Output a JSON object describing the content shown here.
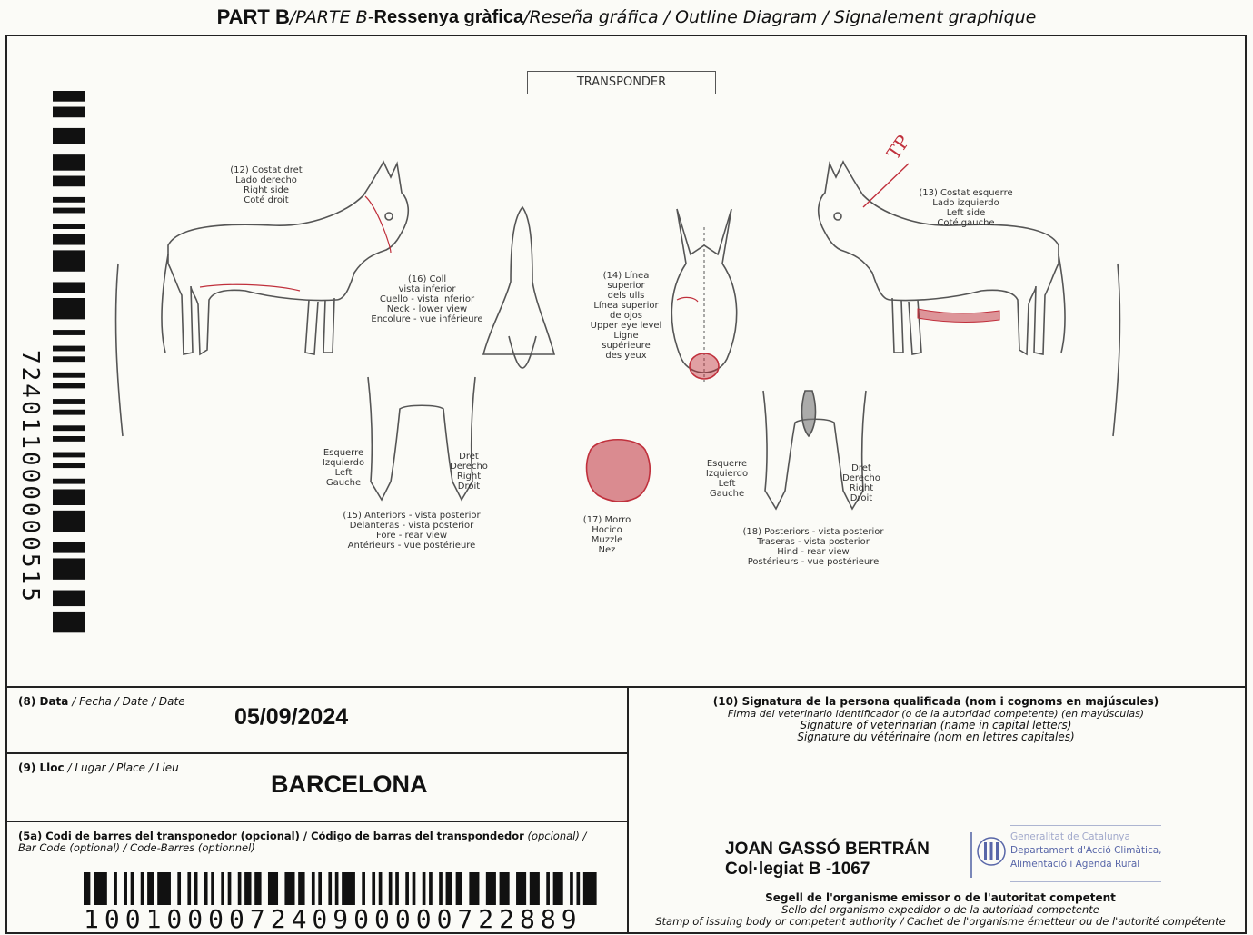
{
  "header": {
    "part_ca": "PART B",
    "sep1": " / ",
    "part_es": "PARTE B",
    "sep2": " - ",
    "title_ca": "Ressenya gràfica",
    "sep3": " / ",
    "title_rest": "Reseña gráfica / Outline Diagram / Signalement graphique"
  },
  "diagram": {
    "transponder_box": "TRANSPONDER",
    "tp_mark": "TP",
    "views": [
      {
        "lines": [
          "(12) Costat dret",
          "Lado derecho",
          "Right side",
          "Coté droit"
        ]
      },
      {
        "lines": [
          "(13) Costat esquerre",
          "Lado izquierdo",
          "Left side",
          "Coté gauche"
        ]
      },
      {
        "lines": [
          "(16) Coll",
          "vista inferior",
          "Cuello - vista inferior",
          "Neck - lower view",
          "Encolure - vue inférieure"
        ]
      },
      {
        "lines": [
          "(14) Línea",
          "superior",
          "dels ulls",
          "Línea superior",
          "de ojos",
          "Upper eye level",
          "Ligne supérieure",
          "des yeux"
        ]
      },
      {
        "lines": [
          "(15) Anteriors - vista posterior",
          "Delanteras - vista posterior",
          "Fore - rear view",
          "Antérieurs - vue postérieure"
        ]
      },
      {
        "lines": [
          "(17) Morro",
          "Hocico",
          "Muzzle",
          "Nez"
        ]
      },
      {
        "lines": [
          "(18) Posteriors - vista posterior",
          "Traseras - vista posterior",
          "Hind - rear view",
          "Postérieurs - vue postérieure"
        ]
      }
    ],
    "fore_left": [
      "Esquerre",
      "Izquierdo",
      "Left",
      "Gauche"
    ],
    "fore_right": [
      "Dret",
      "Derecho",
      "Right",
      "Droit"
    ],
    "hind_left": [
      "Esquerre",
      "Izquierdo",
      "Left",
      "Gauche"
    ],
    "hind_right": [
      "Dret",
      "Derecho",
      "Right",
      "Droit"
    ]
  },
  "side_barcode": {
    "number": "724011000000515"
  },
  "date_field": {
    "label_b": "(8) Data",
    "label_i": " / Fecha / Date / Date",
    "value": "05/09/2024"
  },
  "place_field": {
    "label_b": "(9) Lloc",
    "label_i": " / Lugar / Place / Lieu",
    "value": "BARCELONA"
  },
  "barcode_field": {
    "label_line1_b": "(5a) Codi de barres del transponedor (opcional) / Código de barras del transpondedor",
    "label_line1_i": " (opcional) /",
    "label_line2": "Bar Code (optional) / Code-Barres (optionnel)",
    "number": "100100007240900000722889"
  },
  "signature_field": {
    "title": "(10) Signatura de la persona qualificada (nom i cognoms en majúscules)",
    "line2": "Firma del veterinario identificador (o de la autoridad competente) (en mayúsculas)",
    "line3": "Signature of veterinarian (name in capital letters)",
    "line4": "Signature du vétérinaire (nom en lettres capitales)",
    "vet_name": "JOAN GASSÓ BERTRÁN",
    "vet_number": "Col·legiat B -1067",
    "stamp_line1": "Generalitat de Catalunya",
    "stamp_line2": "Departament d'Acció Climàtica,",
    "stamp_line3": "Alimentació i Agenda Rural",
    "seal_title": "Segell de l'organisme emissor o de l'autoritat competent",
    "seal_line2": "Sello del organismo expedidor o de la autoridad competente",
    "seal_line3": "Stamp of issuing body or competent authority / Cachet de l'organisme émetteur ou de l'autorité compétente"
  },
  "colors": {
    "ink": "#111111",
    "red_mark": "#c0303c",
    "stamp_blue": "#5866a8",
    "paper": "#fbfbf7"
  }
}
